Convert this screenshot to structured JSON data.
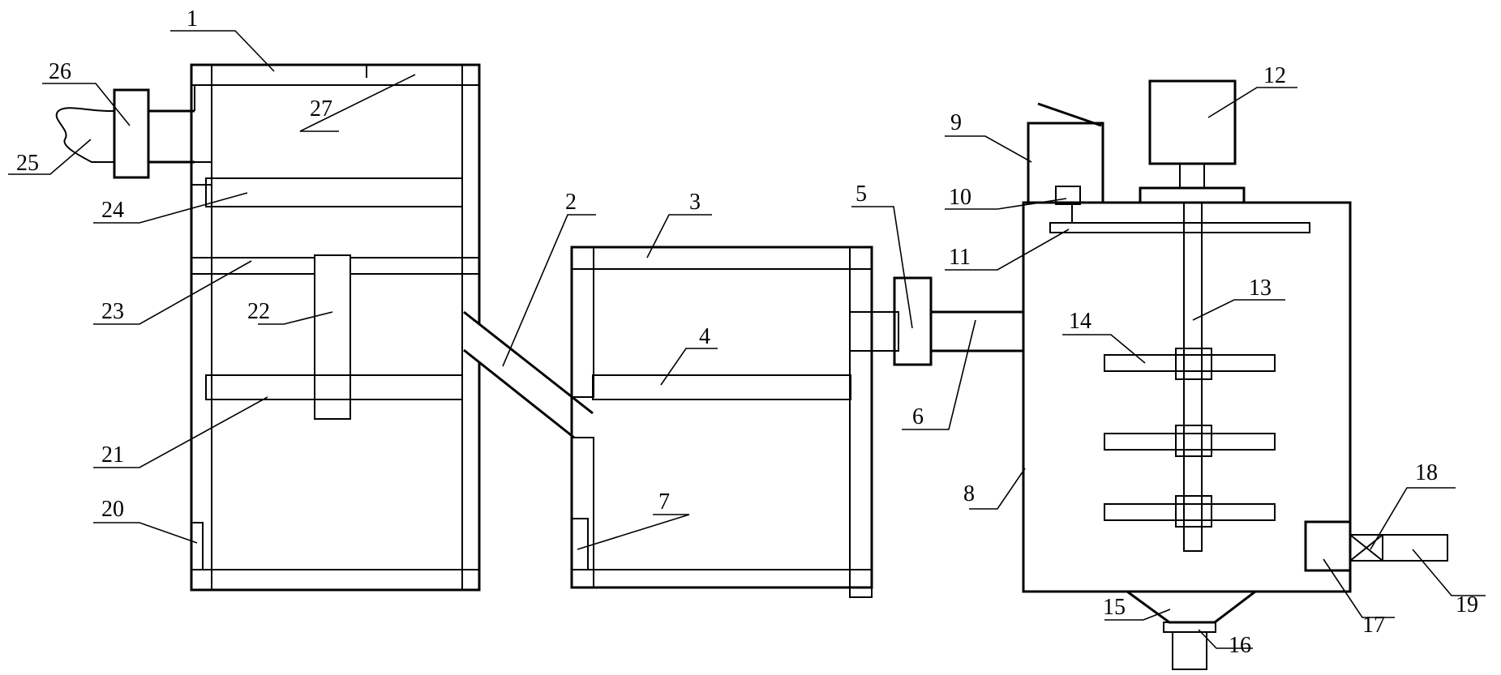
{
  "diagram": {
    "labels": {
      "1": "1",
      "2": "2",
      "3": "3",
      "4": "4",
      "5": "5",
      "6": "6",
      "7": "7",
      "8": "8",
      "9": "9",
      "10": "10",
      "11": "11",
      "12": "12",
      "13": "13",
      "14": "14",
      "15": "15",
      "16": "16",
      "17": "17",
      "18": "18",
      "19": "19",
      "20": "20",
      "21": "21",
      "22": "22",
      "23": "23",
      "24": "24",
      "25": "25",
      "26": "26",
      "27": "27"
    },
    "colors": {
      "line": "#000000",
      "background": "#ffffff"
    }
  }
}
